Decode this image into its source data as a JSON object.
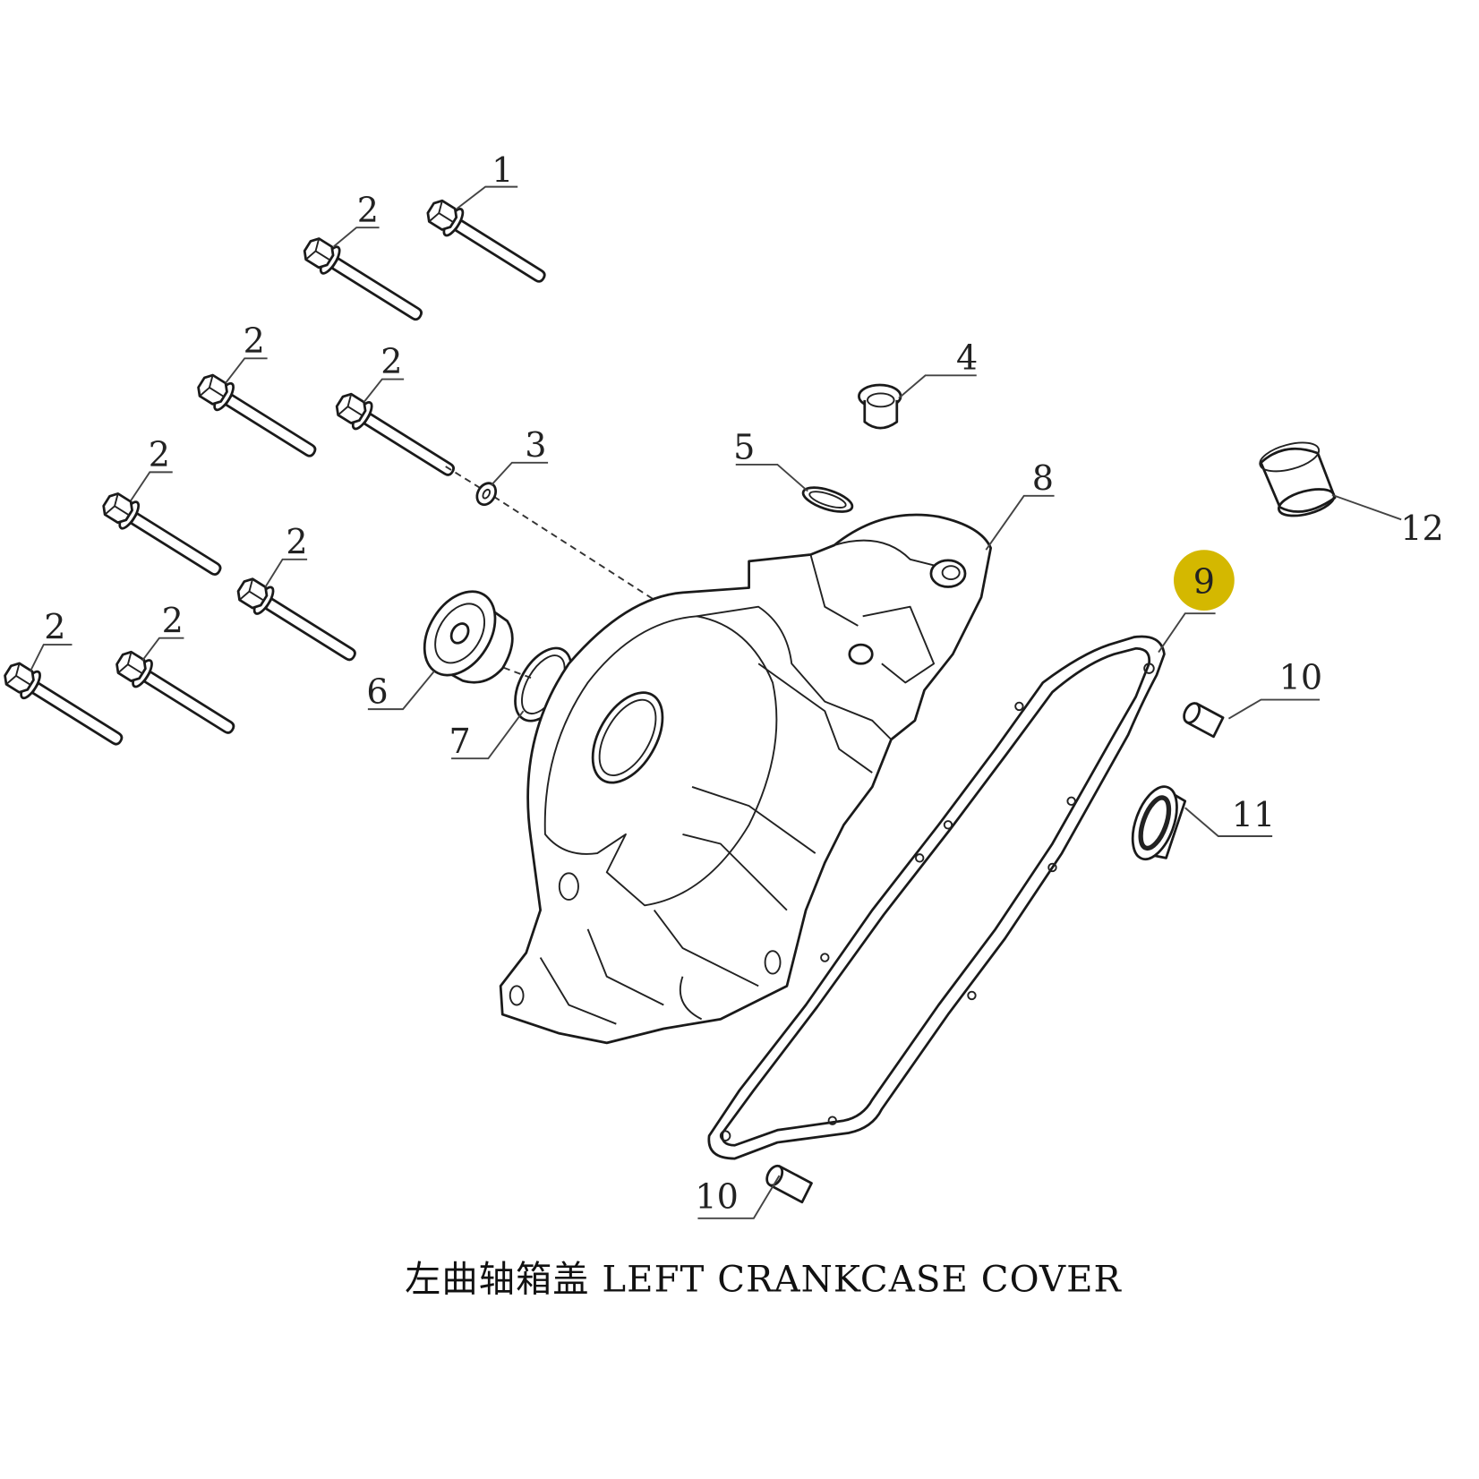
{
  "title": "左曲轴箱盖 LEFT CRANKCASE COVER",
  "highlight_color": "#d4b800",
  "callouts": {
    "c1": "1",
    "c2a": "2",
    "c2b": "2",
    "c2c": "2",
    "c2d": "2",
    "c2e": "2",
    "c2f": "2",
    "c2g": "2",
    "c3": "3",
    "c4": "4",
    "c5": "5",
    "c6": "6",
    "c7": "7",
    "c8": "8",
    "c9": "9",
    "c10a": "10",
    "c10b": "10",
    "c11": "11",
    "c12": "12"
  },
  "highlighted_callout": "9"
}
